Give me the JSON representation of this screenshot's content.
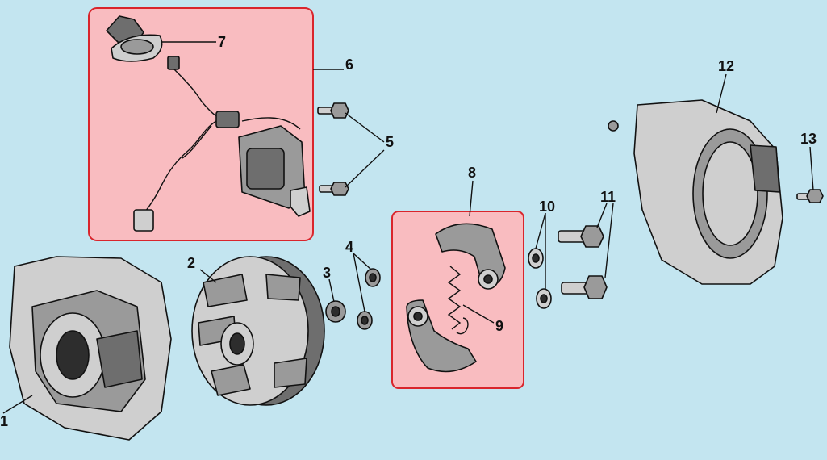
{
  "diagram": {
    "callouts": {
      "c1": "1",
      "c2": "2",
      "c3": "3",
      "c4": "4",
      "c5": "5",
      "c6": "6",
      "c7": "7",
      "c8": "8",
      "c9": "9",
      "c10": "10",
      "c11": "11",
      "c12": "12",
      "c13": "13"
    },
    "colors": {
      "background": "#c3e5f0",
      "highlight_fill": "#f9bcc0",
      "highlight_border": "#d9252c"
    }
  }
}
